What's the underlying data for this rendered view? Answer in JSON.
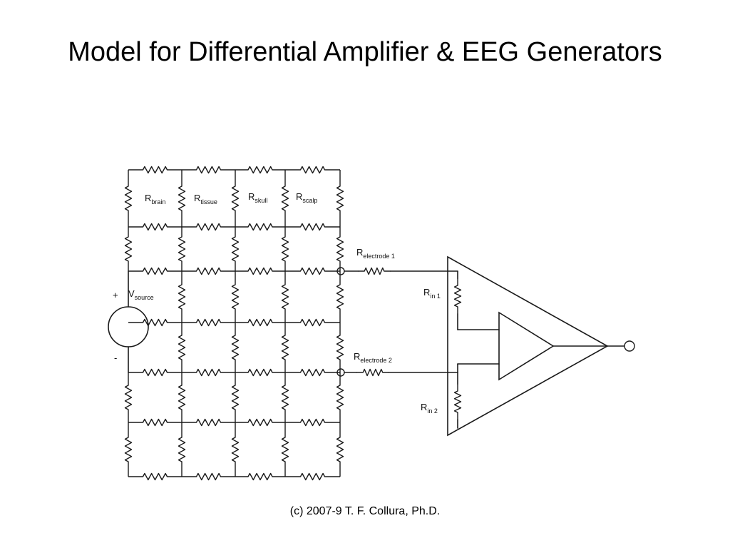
{
  "title": "Model for Differential Amplifier & EEG Generators",
  "footer": "(c) 2007-9 T. F. Collura, Ph.D.",
  "diagram": {
    "labels": {
      "r_brain": {
        "main": "R",
        "sub": "brain"
      },
      "r_tissue": {
        "main": "R",
        "sub": "tissue"
      },
      "r_skull": {
        "main": "R",
        "sub": "skull"
      },
      "r_scalp": {
        "main": "R",
        "sub": "scalp"
      },
      "v_source": {
        "main": "V",
        "sub": "source"
      },
      "r_electrode_1": {
        "main": "R",
        "sub": "electrode 1"
      },
      "r_electrode_2": {
        "main": "R",
        "sub": "electrode 2"
      },
      "r_in_1": {
        "main": "R",
        "sub": "in 1"
      },
      "r_in_2": {
        "main": "R",
        "sub": "in 2"
      }
    },
    "polarity": {
      "plus": "+",
      "minus": "-"
    }
  }
}
